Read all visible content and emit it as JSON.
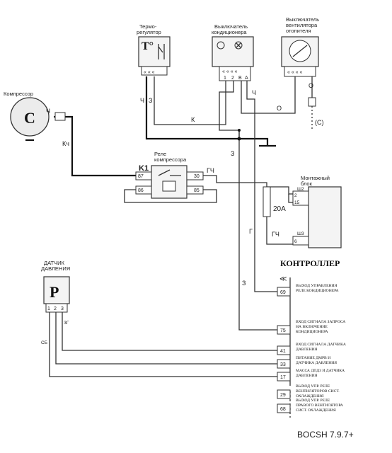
{
  "components": {
    "thermo": {
      "title_line1": "Термо-",
      "title_line2": "регулятор",
      "symbol": "T°"
    },
    "ac_switch": {
      "title_line1": "Выключатель",
      "title_line2": "кондиционера",
      "pins": [
        "1",
        "2",
        "B",
        "A"
      ]
    },
    "heater_switch": {
      "title_line1": "Выключатель",
      "title_line2": "вентилятора",
      "title_line3": "отопителя"
    },
    "compressor": {
      "title": "Компрессор",
      "symbol": "C"
    },
    "relay": {
      "title_line1": "Реле",
      "title_line2": "компрессора",
      "ref": "K1",
      "pins": [
        "87",
        "86",
        "30",
        "85"
      ]
    },
    "mounting_block": {
      "title_line1": "Монтажный",
      "title_line2": "блок",
      "connector1": "Ш2",
      "connector2": "Ш3",
      "pins": [
        "2",
        "15",
        "6"
      ]
    },
    "fuse": {
      "label": "20A"
    },
    "pressure_sensor": {
      "title_line1": "ДАТЧИК",
      "title_line2": "ДАВЛЕНИЯ",
      "symbol": "P",
      "pins": [
        "1",
        "2",
        "3"
      ]
    }
  },
  "wires": {
    "ch": "Ч",
    "z": "З",
    "k": "К",
    "o": "О",
    "kch": "Кч",
    "gch": "ГЧ",
    "g": "Г",
    "zg": "ЗГ",
    "sb": "СБ",
    "c_note": "(С)"
  },
  "controller": {
    "title": "КОНТРОЛЛЕР",
    "pins": [
      {
        "num": "69",
        "line1": "ВЫХОД УПРАВЛЕНИЯ",
        "line2": "РЕЛЕ КОНДИЦИОНЕРА",
        "line3": ""
      },
      {
        "num": "75",
        "line1": "ВХОД СИГНАЛА ЗАПРОСА",
        "line2": "НА ВКЛЮЧЕНИЕ",
        "line3": "КОНДИЦИОНЕРА"
      },
      {
        "num": "41",
        "line1": "ВХОД СИГНАЛА ДАТЧИКА",
        "line2": "ДАВЛЕНИЯ",
        "line3": ""
      },
      {
        "num": "33",
        "line1": "ПИТАНИЕ ДМРВ И",
        "line2": "ДАТЧИКА ДАВЛЕНИЯ",
        "line3": ""
      },
      {
        "num": "17",
        "line1": "МАССА ДПДЗ И ДАТЧИКА",
        "line2": "ДАВЛЕНИЯ",
        "line3": ""
      },
      {
        "num": "29",
        "line1": "ВЫХОД УПР. РЕЛЕ",
        "line2": "ВЕНТИЛЯТОРОВ СИСТ.",
        "line3": "ОХЛАЖДЕНИЯ"
      },
      {
        "num": "68",
        "line1": "ВЫХОД УПР. РЕЛЕ",
        "line2": "ПРАВОГО ВЕНТИЛЯТОРА",
        "line3": "СИСТ. ОХЛАЖДЕНИЯ"
      }
    ]
  },
  "footer": {
    "version": "BOCSH 7.9.7+"
  }
}
